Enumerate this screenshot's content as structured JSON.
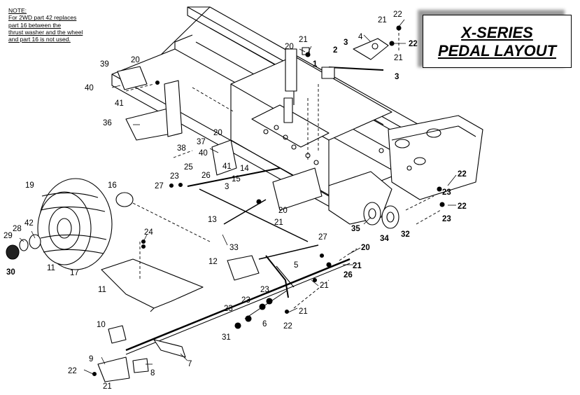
{
  "note": {
    "heading": "NOTE:",
    "lines": [
      "For 2WD part 42 replaces",
      "part 16 between the",
      "thrust washer and the wheel",
      "and part 16 is not used."
    ]
  },
  "title": {
    "line1": "X-SERIES",
    "line2": "PEDAL LAYOUT"
  },
  "callouts": [
    {
      "text": "22",
      "bold": false
    },
    {
      "text": "21",
      "bold": false
    },
    {
      "text": "4",
      "bold": false
    },
    {
      "text": "22",
      "bold": true
    },
    {
      "text": "21",
      "bold": false
    },
    {
      "text": "20",
      "bold": false
    },
    {
      "text": "21",
      "bold": false
    },
    {
      "text": "2",
      "bold": true
    },
    {
      "text": "3",
      "bold": true
    },
    {
      "text": "3",
      "bold": true
    },
    {
      "text": "1",
      "bold": true
    },
    {
      "text": "39",
      "bold": false
    },
    {
      "text": "20",
      "bold": false
    },
    {
      "text": "40",
      "bold": false
    },
    {
      "text": "41",
      "bold": false
    },
    {
      "text": "36",
      "bold": false
    },
    {
      "text": "38",
      "bold": false
    },
    {
      "text": "37",
      "bold": false
    },
    {
      "text": "20",
      "bold": false
    },
    {
      "text": "40",
      "bold": false
    },
    {
      "text": "41",
      "bold": false
    },
    {
      "text": "14",
      "bold": false
    },
    {
      "text": "19",
      "bold": false
    },
    {
      "text": "16",
      "bold": false
    },
    {
      "text": "23",
      "bold": false
    },
    {
      "text": "27",
      "bold": false
    },
    {
      "text": "25",
      "bold": false
    },
    {
      "text": "26",
      "bold": false
    },
    {
      "text": "3",
      "bold": false
    },
    {
      "text": "15",
      "bold": false
    },
    {
      "text": "20",
      "bold": false
    },
    {
      "text": "21",
      "bold": false
    },
    {
      "text": "13",
      "bold": false
    },
    {
      "text": "33",
      "bold": false
    },
    {
      "text": "22",
      "bold": true
    },
    {
      "text": "23",
      "bold": true
    },
    {
      "text": "22",
      "bold": true
    },
    {
      "text": "23",
      "bold": true
    },
    {
      "text": "35",
      "bold": true
    },
    {
      "text": "32",
      "bold": true
    },
    {
      "text": "34",
      "bold": true
    },
    {
      "text": "29",
      "bold": false
    },
    {
      "text": "28",
      "bold": false
    },
    {
      "text": "42",
      "bold": false
    },
    {
      "text": "30",
      "bold": true
    },
    {
      "text": "11",
      "bold": false
    },
    {
      "text": "17",
      "bold": false
    },
    {
      "text": "24",
      "bold": false
    },
    {
      "text": "27",
      "bold": false
    },
    {
      "text": "20",
      "bold": true
    },
    {
      "text": "12",
      "bold": false
    },
    {
      "text": "5",
      "bold": false
    },
    {
      "text": "21",
      "bold": true
    },
    {
      "text": "26",
      "bold": true
    },
    {
      "text": "11",
      "bold": false
    },
    {
      "text": "21",
      "bold": false
    },
    {
      "text": "23",
      "bold": false
    },
    {
      "text": "23",
      "bold": false
    },
    {
      "text": "23",
      "bold": false
    },
    {
      "text": "21",
      "bold": false
    },
    {
      "text": "6",
      "bold": false
    },
    {
      "text": "22",
      "bold": false
    },
    {
      "text": "31",
      "bold": false
    },
    {
      "text": "10",
      "bold": false
    },
    {
      "text": "7",
      "bold": false
    },
    {
      "text": "9",
      "bold": false
    },
    {
      "text": "22",
      "bold": false
    },
    {
      "text": "8",
      "bold": false
    },
    {
      "text": "21",
      "bold": false
    }
  ]
}
